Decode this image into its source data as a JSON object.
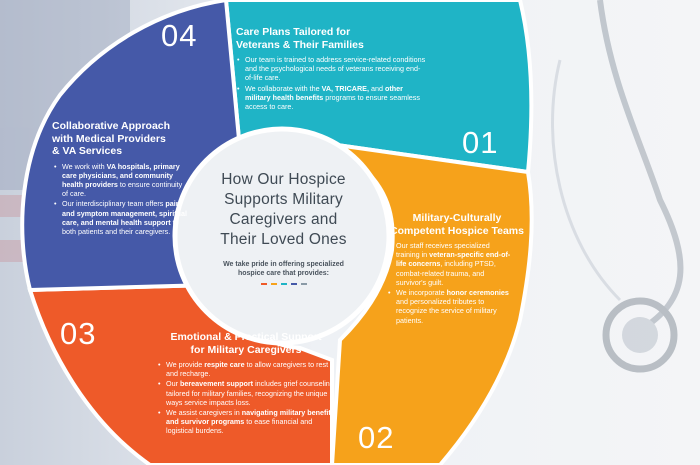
{
  "title": "How Our Hospice Supports Military Caregivers and Their Loved Ones",
  "title_lines": [
    "How Our Hospice",
    "Supports Military",
    "Caregivers and",
    "Their Loved Ones"
  ],
  "subtitle_lines": [
    "We take pride in offering specialized",
    "hospice care that provides:"
  ],
  "colors": {
    "teal": "#1fb4c6",
    "orange": "#f6a21b",
    "red": "#ee5a29",
    "blue": "#4559a8",
    "center_ring": "#ffffff",
    "text_dark": "#3f4a54"
  },
  "accent_dots": [
    "#ee5a29",
    "#f6a21b",
    "#1fb4c6",
    "#4559a8",
    "#8a9aa6"
  ],
  "segments": [
    {
      "number": "01",
      "title_lines": [
        "Care Plans Tailored for",
        "Veterans & Their Families"
      ],
      "bullets": [
        [
          {
            "t": "Our team is trained to address service-related conditions and the psychological needs of veterans receiving end-of-life care."
          }
        ],
        [
          {
            "t": "We collaborate with the "
          },
          {
            "t": "VA, TRICARE,",
            "b": true
          },
          {
            "t": " and "
          },
          {
            "t": "other military health benefits",
            "b": true
          },
          {
            "t": " programs to ensure seamless access to care."
          }
        ]
      ]
    },
    {
      "number": "02",
      "title_lines": [
        "Military-Culturally",
        "Competent Hospice Teams"
      ],
      "bullets": [
        [
          {
            "t": "Our staff receives specialized training in "
          },
          {
            "t": "veteran-specific end-of-life concerns",
            "b": true
          },
          {
            "t": ", including PTSD, combat-related trauma, and survivor's guilt."
          }
        ],
        [
          {
            "t": "We incorporate "
          },
          {
            "t": "honor ceremonies",
            "b": true
          },
          {
            "t": " and personalized tributes to recognize the service of military patients."
          }
        ]
      ]
    },
    {
      "number": "03",
      "title_lines": [
        "Emotional & Practical Support",
        "for Military Caregivers"
      ],
      "bullets": [
        [
          {
            "t": "We provide "
          },
          {
            "t": "respite care",
            "b": true
          },
          {
            "t": " to allow caregivers to rest and recharge."
          }
        ],
        [
          {
            "t": "Our "
          },
          {
            "t": "bereavement support",
            "b": true
          },
          {
            "t": " includes grief counseling tailored for military families, recognizing the unique ways service impacts loss."
          }
        ],
        [
          {
            "t": "We assist caregivers in "
          },
          {
            "t": "navigating military benefits and survivor programs",
            "b": true
          },
          {
            "t": " to ease financial and logistical burdens."
          }
        ]
      ]
    },
    {
      "number": "04",
      "title_lines": [
        "Collaborative Approach",
        "with Medical Providers",
        "& VA Services"
      ],
      "bullets": [
        [
          {
            "t": "We work with "
          },
          {
            "t": "VA hospitals, primary care physicians, and community health providers",
            "b": true
          },
          {
            "t": " to ensure continuity of care."
          }
        ],
        [
          {
            "t": "Our interdisciplinary team offers "
          },
          {
            "t": "pain and symptom management, spiritual care, and mental health support",
            "b": true
          },
          {
            "t": " to both patients and their caregivers."
          }
        ]
      ]
    }
  ]
}
